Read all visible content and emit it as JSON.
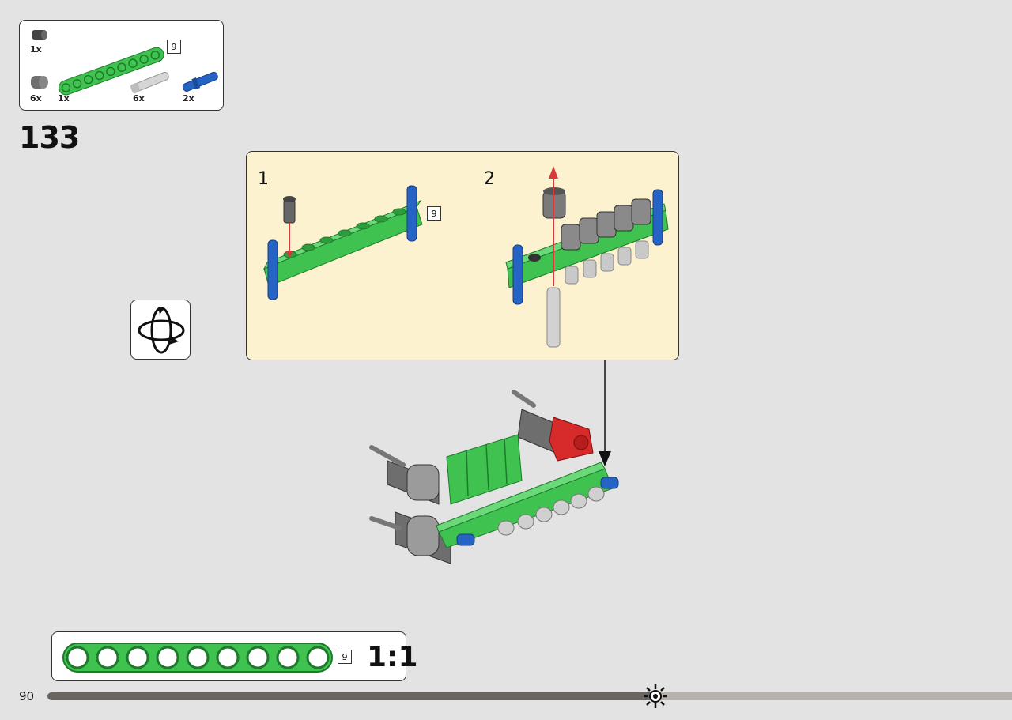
{
  "parts_list": {
    "items": [
      {
        "name": "Bush",
        "qty": "1x",
        "color": "#555555"
      },
      {
        "name": "Bush 1/2",
        "qty": "6x",
        "color": "#777777"
      },
      {
        "name": "Liftarm 9",
        "qty": "1x",
        "color": "#3fc24f",
        "length": "9"
      },
      {
        "name": "Axle pin",
        "qty": "6x",
        "color": "#cfcfcf"
      },
      {
        "name": "Long pin",
        "qty": "2x",
        "color": "#2563c4"
      }
    ]
  },
  "step": {
    "number": "133"
  },
  "sub_steps": [
    {
      "number": "1",
      "beam_length": "9"
    },
    {
      "number": "2"
    }
  ],
  "rotate_icon": "rotate-model-icon",
  "callout": {
    "beam_length": "9",
    "scale": "1:1"
  },
  "footer": {
    "page_number": "90",
    "progress": 0.63
  },
  "colors": {
    "background": "#e3e3e3",
    "sub_panel": "#fdf2cf",
    "beam_green": "#3fc24f",
    "pin_blue": "#2563c4",
    "arrow_red": "#d63a3a",
    "part_red": "#d72a2a"
  }
}
